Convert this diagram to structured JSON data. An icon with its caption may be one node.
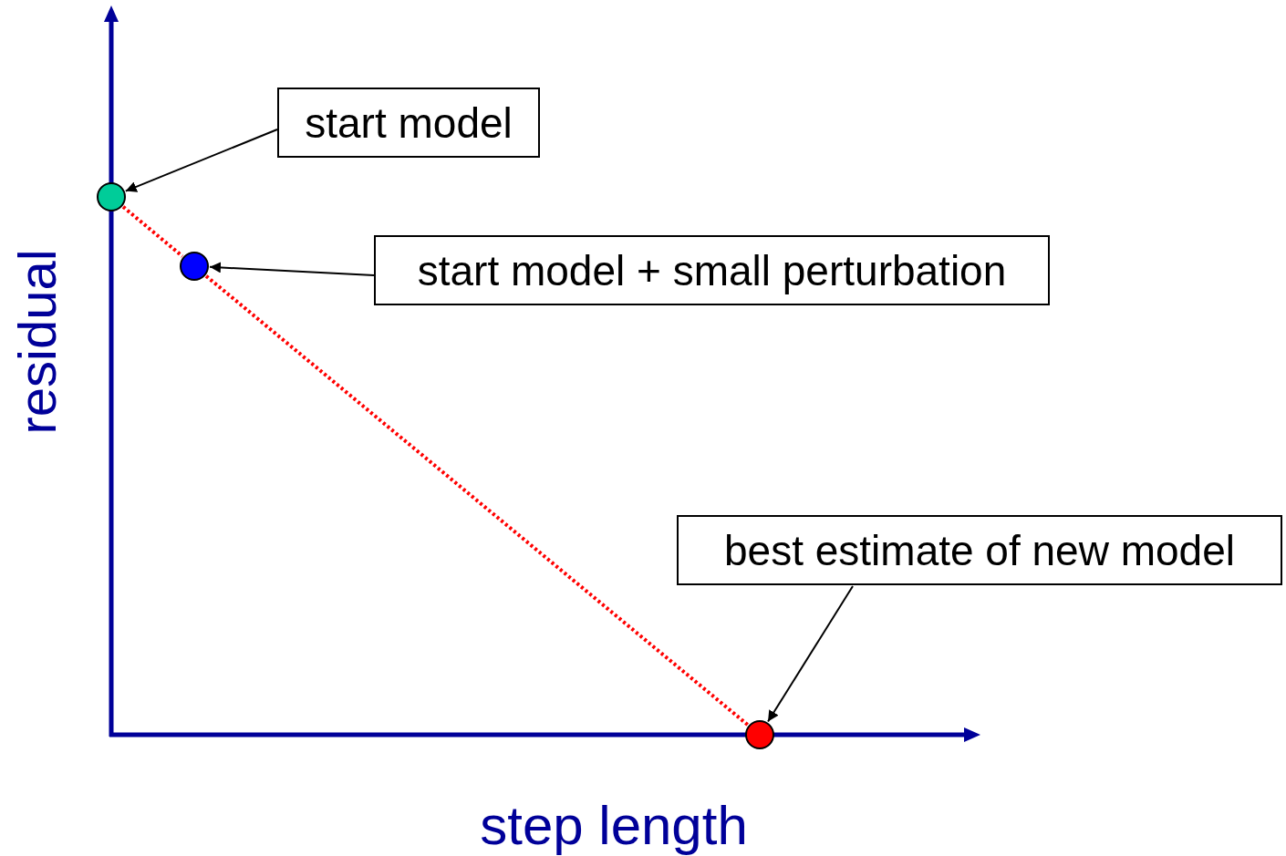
{
  "diagram": {
    "nodes": [
      {
        "text": [
          "start model"
        ]
      },
      {
        "text": [
          "start model + small perturbation"
        ]
      },
      {
        "text": [
          "best estimate of new model"
        ]
      },
      {
        "text": [],
        "shape": "circle"
      },
      {
        "text": [],
        "shape": "circle"
      },
      {
        "text": [],
        "shape": "circle"
      }
    ],
    "edges": [
      {
        "from": 0,
        "to": 3,
        "arrow": "to"
      },
      {
        "from": 1,
        "to": 4,
        "arrow": "to"
      },
      {
        "from": 2,
        "to": 5,
        "arrow": "to"
      },
      {
        "from": 3,
        "to": 4,
        "arrow": "none",
        "style": "dashed",
        "color": "#ff0000"
      },
      {
        "from": 4,
        "to": 5,
        "arrow": "none",
        "style": "dashed",
        "color": "#ff0000"
      }
    ],
    "labels": [
      "residual",
      "step length"
    ]
  }
}
